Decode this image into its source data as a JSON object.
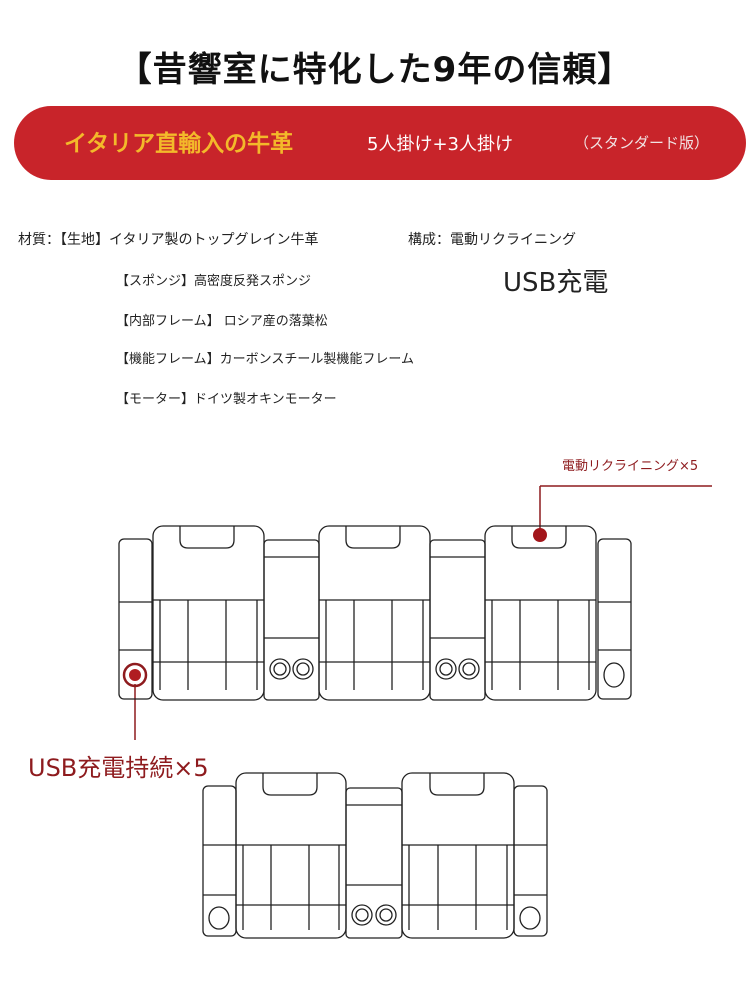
{
  "header": {
    "title": "【昔響室に特化した9年の信頼】"
  },
  "banner": {
    "main": "イタリア直輸入の牛革",
    "seats": "5人掛け+3人掛け",
    "version": "（スタンダード版）"
  },
  "specs": {
    "material_label": "材質：【生地】イタリア製のトップグレイン牛革",
    "structure_label": "構成：電動リクライニング",
    "sponge": "【スポンジ】高密度反発スポンジ",
    "usb": "USB充電",
    "inner_frame": "【内部フレーム】 ロシア産の落葉松",
    "function_frame": "【機能フレーム】カーボンスチール製機能フレーム",
    "motor": "【モーター】ドイツ製オキンモーター"
  },
  "annotations": {
    "recline": "電動リクライニング×5",
    "usb_charge": "USB充電持続×5"
  },
  "colors": {
    "banner_red": "#c8242a",
    "banner_gold": "#f3b92a",
    "annotation_red": "#8e1b1e"
  }
}
